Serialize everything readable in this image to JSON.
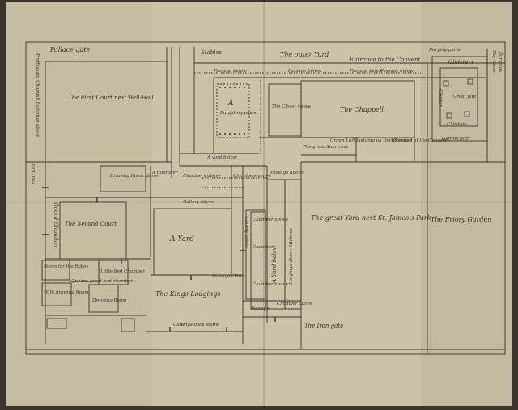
{
  "labels": {
    "pallace_gate": "Pallace gate",
    "stables": "Stables",
    "outer_yard": "The outer Yard",
    "entrance_convent": "Entrance to the Convent",
    "first_court": "The First Court next Bell-Hall",
    "proffe_chappell": "Proffessant Chappell Lodgings above",
    "four_cell": "Four Cell",
    "passage_below": "Passage below",
    "passage_below_2": "Passage below",
    "passage_below_3": "Passage below",
    "passage_below_4": "Passage below",
    "purgatory_a": "A",
    "purgatory_place": "Purgatory place",
    "closet_above": "The Closet above",
    "chappell": "The Chappell",
    "cloisters": "Cloisters",
    "cloisters_lower": "Cloisters",
    "great_gap": "Great gap",
    "cloister_left": "Cloister",
    "garden_door": "Garden door",
    "adoration_convent": "Adoration of the Convent",
    "a_yard_below": "A yard below",
    "the_great_stair_case": "The great Stair case",
    "organ_loft": "Organ Loft Lodging on the Chappell",
    "passage_above": "Passage above",
    "drawing_room_above": "Drawing Room above",
    "a_chamber": "A Chamber",
    "chambers_above": "Chambers above",
    "chambers_above_2": "Chambers above",
    "gallery_above": "Gallery above",
    "gallery_above_2": "Gallery above",
    "guard_chamber": "Guard Chamber",
    "second_court": "The Second Court",
    "a_yard": "A Yard",
    "great_yard": "The great Yard next St. James's Park",
    "friory_garden": "The Friory Garden",
    "a_yard_below_2": "A Yard below",
    "lodgings_above_kitchens": "Lodgings above Kitchens",
    "room_robes": "Room for the Robes",
    "queens_great_bed": "Queens great bed chamber",
    "little_bed_chamber": "Little Bed Chamber",
    "withdrawing_room": "With drawing Room",
    "dressing_room": "Dressing Room",
    "kings_lodgings": "The Kings Lodgings",
    "kings_back_staire": "Kings back staire",
    "the_iron_gate": "The Iron gate",
    "chamber_above": "Chamber above",
    "chamber": "Chamber",
    "chamber_above_v": "Chamber above",
    "chamber_above_v2": "Chamber above",
    "passage_above_2": "Passage above",
    "passage_v": "Passage",
    "close": "Close",
    "burying_place": "Burying place",
    "the_close": "The Close",
    "buryings": "Buryings"
  },
  "colors": {
    "paper": "#cbc2a8",
    "paper_shade": "#bdb296",
    "ink": "#3a3128",
    "background": "#3b352d"
  }
}
